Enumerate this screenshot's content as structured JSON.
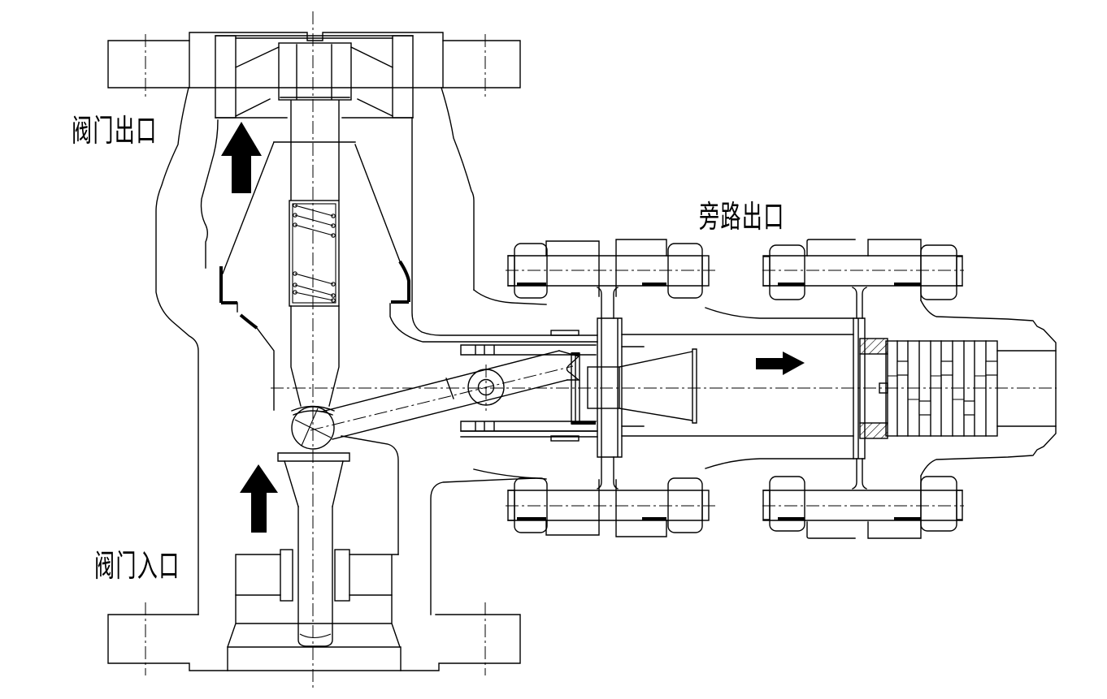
{
  "page": {
    "background": "#ffffff"
  },
  "diagram": {
    "description": "valve-cross-section-technical-drawing",
    "labels": {
      "valve_outlet": "阀门出口",
      "valve_inlet": "阀门入口",
      "bypass_outlet": "旁路出口"
    },
    "flow_arrows": [
      {
        "name": "outlet-flow-arrow",
        "direction": "up"
      },
      {
        "name": "inlet-flow-arrow",
        "direction": "up"
      },
      {
        "name": "bypass-flow-arrow",
        "direction": "right"
      }
    ],
    "colors": {
      "line": "#000000",
      "background": "#ffffff",
      "arrow": "#000000"
    }
  }
}
